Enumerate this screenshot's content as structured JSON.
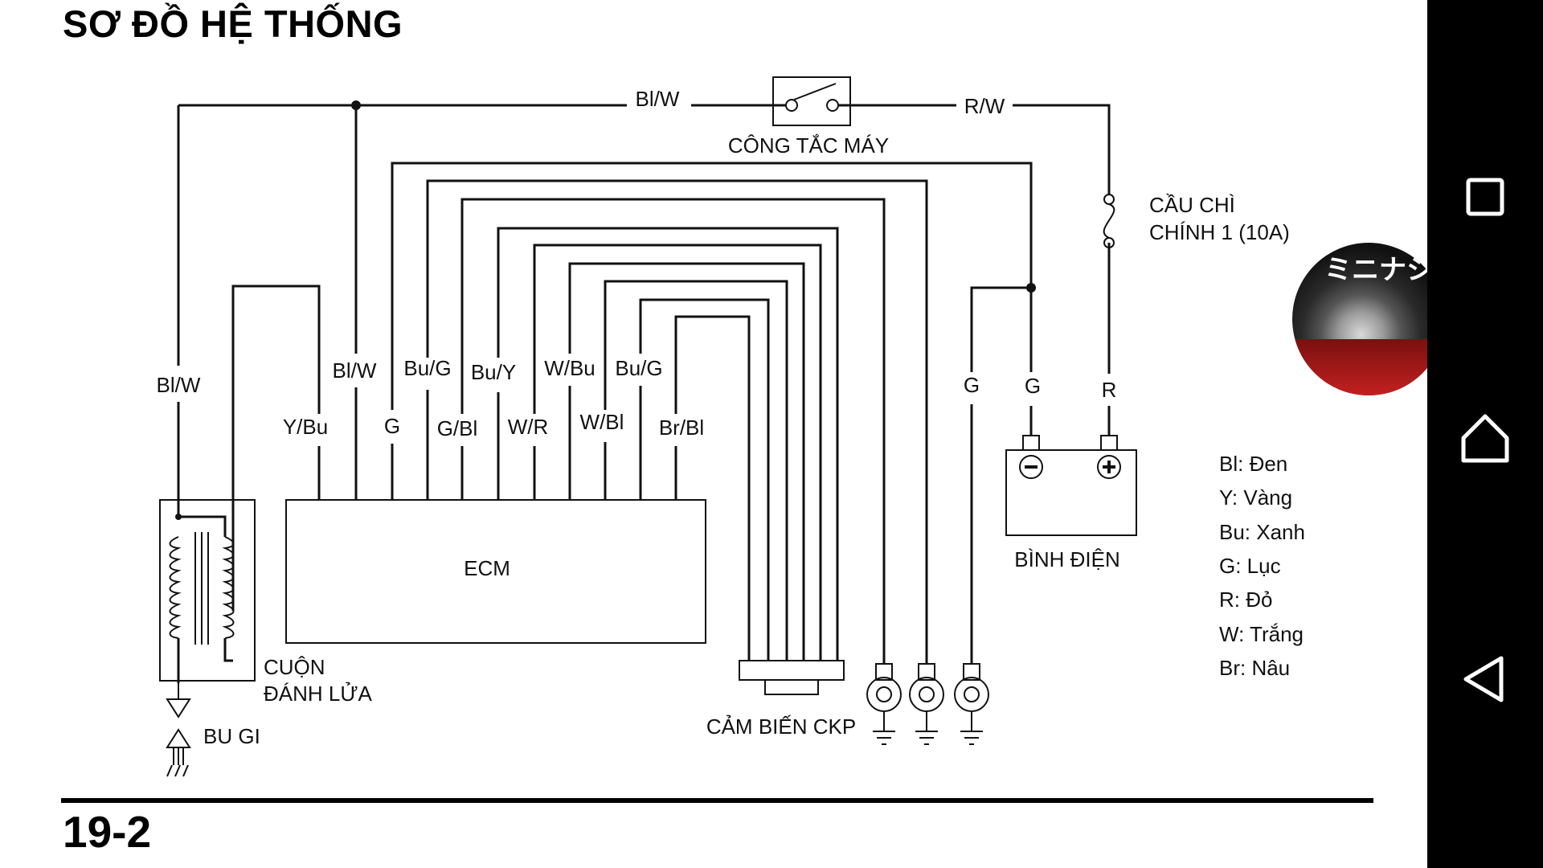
{
  "title": "SƠ ĐỒ HỆ THỐNG",
  "page_number": "19-2",
  "diagram": {
    "switch": {
      "label": "CÔNG TẮC MÁY",
      "wire_left": "Bl/W",
      "wire_right": "R/W"
    },
    "fuse": {
      "label_line1": "CẦU CHÌ",
      "label_line2": "CHÍNH 1 (10A)"
    },
    "ecm_label": "ECM",
    "battery_label": "BÌNH ĐIỆN",
    "coil": {
      "label_line1": "CUỘN",
      "label_line2": "ĐÁNH LỬA"
    },
    "spark_plug_label": "BU GI",
    "ckp_label": "CẢM BIẾN CKP",
    "wire_labels": {
      "coil_feed": "Bl/W",
      "ecm_bl_w": "Bl/W",
      "y_bu": "Y/Bu",
      "g_ecm": "G",
      "bu_g_1": "Bu/G",
      "g_bl": "G/Bl",
      "bu_y": "Bu/Y",
      "w_r": "W/R",
      "w_bu": "W/Bu",
      "w_bl": "W/Bl",
      "bu_g_2": "Bu/G",
      "br_bl": "Br/Bl",
      "g_ground": "G",
      "g_battery": "G",
      "r_battery": "R"
    }
  },
  "legend": [
    "Bl: Đen",
    "Y: Vàng",
    "Bu: Xanh",
    "G: Lục",
    "R: Đỏ",
    "W: Trắng",
    "Br: Nâu"
  ],
  "thumbnail_text": "ミニナシ",
  "navbar": {
    "icons": [
      "recents-square-icon",
      "home-icon",
      "back-icon"
    ],
    "color": "#000000"
  }
}
